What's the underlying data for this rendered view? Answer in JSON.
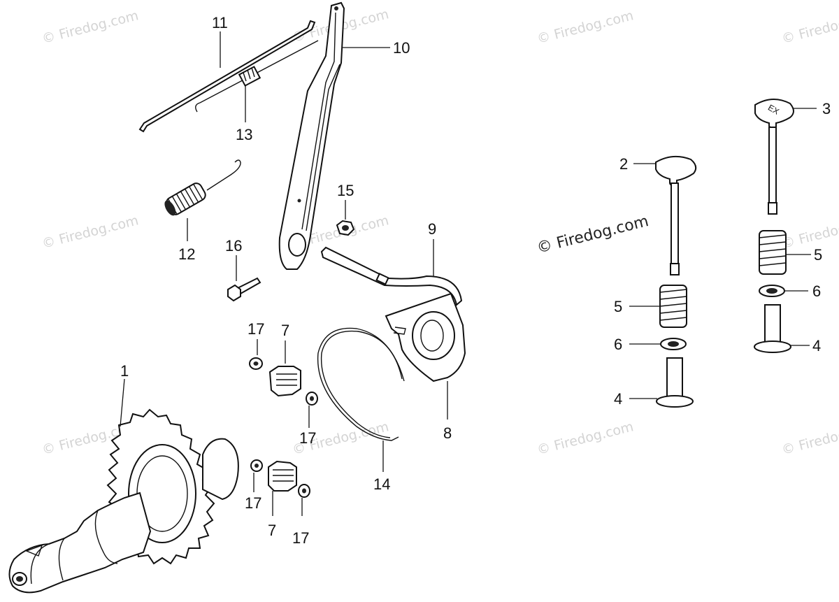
{
  "diagram": {
    "watermark": "© Firedog.com",
    "labels": {
      "p1": "1",
      "p2": "2",
      "p3": "3",
      "p4a": "4",
      "p4b": "4",
      "p5a": "5",
      "p5b": "5",
      "p6a": "6",
      "p6b": "6",
      "p7a": "7",
      "p7b": "7",
      "p8": "8",
      "p9": "9",
      "p10": "10",
      "p11": "11",
      "p12": "12",
      "p13": "13",
      "p14": "14",
      "p15": "15",
      "p16": "16",
      "p17a": "17",
      "p17b": "17",
      "p17c": "17",
      "p17d": "17"
    },
    "valve_marking": "EX"
  }
}
